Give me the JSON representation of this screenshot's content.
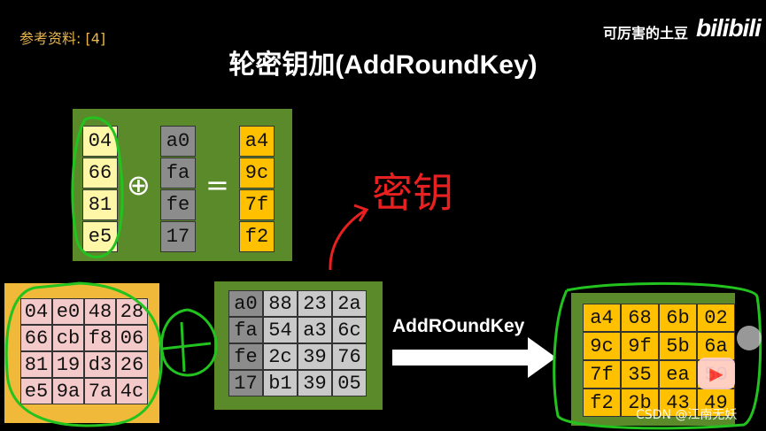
{
  "header": {
    "reference": "参考资料: [4]",
    "title": "轮密钥加(AddRoundKey)",
    "uploader": "可厉害的土豆",
    "logo": "bilibili"
  },
  "top_example": {
    "state_column": [
      "04",
      "66",
      "81",
      "e5"
    ],
    "key_column": [
      "a0",
      "fa",
      "fe",
      "17"
    ],
    "result_column": [
      "a4",
      "9c",
      "7f",
      "f2"
    ],
    "xor_symbol": "⊕",
    "equals_symbol": "="
  },
  "annotation": {
    "handwritten_key": "密钥"
  },
  "state_matrix": [
    [
      "04",
      "e0",
      "48",
      "28"
    ],
    [
      "66",
      "cb",
      "f8",
      "06"
    ],
    [
      "81",
      "19",
      "d3",
      "26"
    ],
    [
      "e5",
      "9a",
      "7a",
      "4c"
    ]
  ],
  "round_key_matrix": [
    [
      "a0",
      "88",
      "23",
      "2a"
    ],
    [
      "fa",
      "54",
      "a3",
      "6c"
    ],
    [
      "fe",
      "2c",
      "39",
      "76"
    ],
    [
      "17",
      "b1",
      "39",
      "05"
    ]
  ],
  "result_matrix": [
    [
      "a4",
      "68",
      "6b",
      "02"
    ],
    [
      "9c",
      "9f",
      "5b",
      "6a"
    ],
    [
      "7f",
      "35",
      "ea",
      "50"
    ],
    [
      "f2",
      "2b",
      "43",
      "49"
    ]
  ],
  "arrow": {
    "label": "AddROundKey"
  },
  "watermark": "CSDN @江南无妖",
  "colors": {
    "panel_green": "#5b8a2b",
    "yellow_cell": "#fff7a8",
    "gray_cell": "#8c8c8c",
    "orange_cell": "#ffc000",
    "pink_cell": "#f4c9c9",
    "annotation_green": "#22c21f",
    "annotation_red": "#e8201f",
    "reference_text": "#e8b64c"
  }
}
